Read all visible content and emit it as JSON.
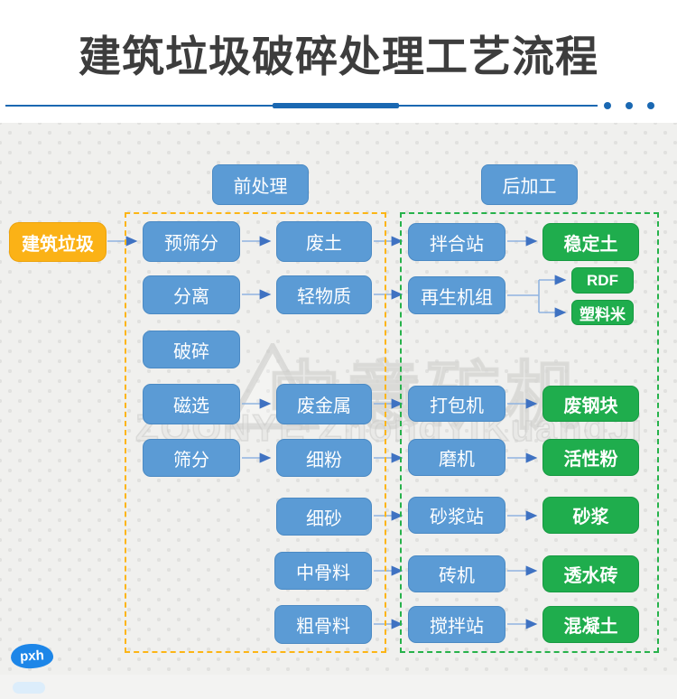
{
  "header": {
    "title": "建筑垃圾破碎处理工艺流程"
  },
  "groups": {
    "pre": "前处理",
    "post": "后加工"
  },
  "source": "建筑垃圾",
  "pre": {
    "screen": "预筛分",
    "waste_soil": "废土",
    "separate": "分离",
    "light_matter": "轻物质",
    "crush": "破碎",
    "magnetic": "磁选",
    "scrap_metal": "废金属",
    "sieve": "筛分",
    "fine_powder": "细粉",
    "fine_sand": "细砂",
    "mid_aggregate": "中骨料",
    "coarse_aggregate": "粗骨料"
  },
  "post": {
    "mixing_station": "拌合站",
    "stabilized_soil": "稳定土",
    "regen_unit": "再生机组",
    "rdf": "RDF",
    "plastic_pellets": "塑料米",
    "baler": "打包机",
    "scrap_steel": "废钢块",
    "mill": "磨机",
    "active_powder": "活性粉",
    "mortar_station": "砂浆站",
    "mortar": "砂浆",
    "brick_machine": "砖机",
    "permeable_brick": "透水砖",
    "concrete_station": "搅拌站",
    "concrete": "混凝土"
  },
  "watermark": {
    "cn": "中意矿机",
    "en": "ZOONYE ZhongYiKuangJi"
  },
  "badge": "pxh",
  "colors": {
    "process_blue": "#5b9bd5",
    "output_green": "#1fad4d",
    "source_yellow": "#fbb216",
    "accent_blue": "#1a68b2",
    "dash_yellow": "#fcb515",
    "dash_green": "#27b24b"
  }
}
